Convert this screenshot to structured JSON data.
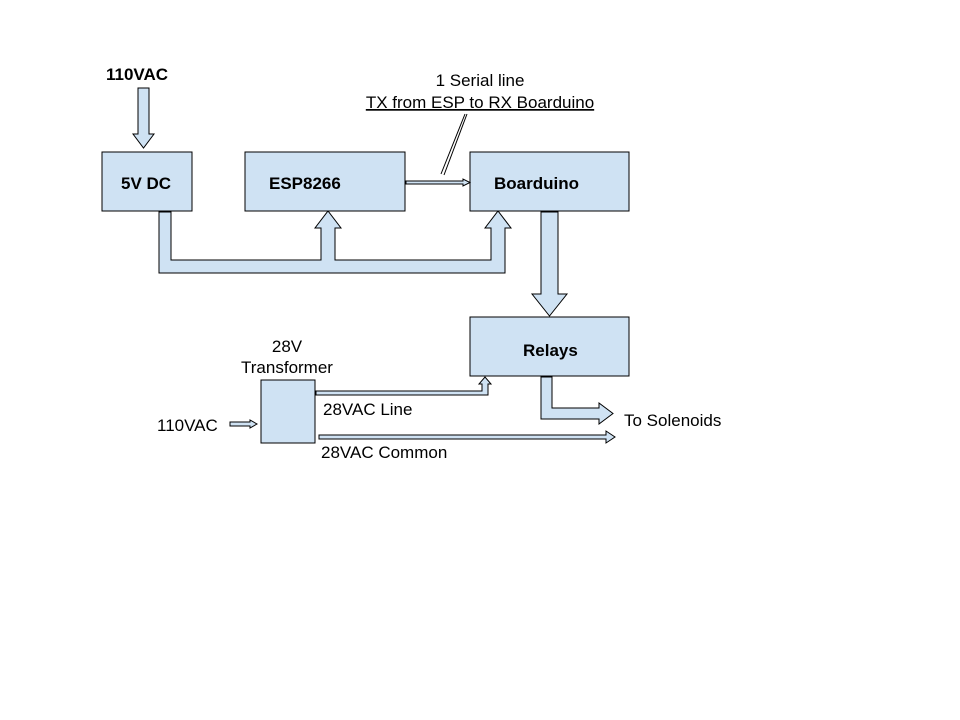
{
  "diagram": {
    "power_input_label": "110VAC",
    "blocks": {
      "psu": "5V DC",
      "wifi": "ESP8266",
      "mcu": "Boarduino",
      "relays": "Relays",
      "transformer": "Transformer"
    },
    "annotations": {
      "serial_line_1": "1 Serial line",
      "serial_line_2": "TX from ESP to RX Boarduino",
      "transformer_rating": "28V",
      "transformer_input": "110VAC",
      "vac_line": "28VAC Line",
      "vac_common": "28VAC Common",
      "solenoids": "To Solenoids"
    },
    "colors": {
      "block_fill": "#cfe2f3",
      "stroke": "#000000"
    }
  }
}
